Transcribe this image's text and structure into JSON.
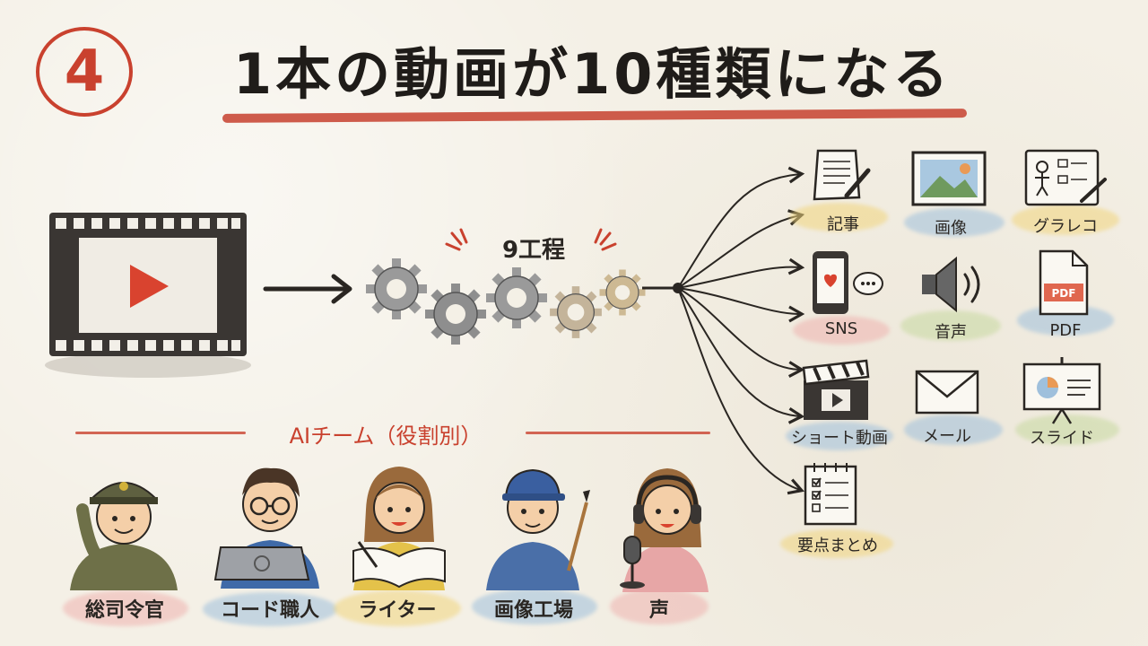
{
  "badge": {
    "number": "4"
  },
  "title": "1本の動画が10種類になる",
  "process": {
    "steps_label": "9工程"
  },
  "outputs": [
    {
      "label": "記事",
      "icon": "article-icon"
    },
    {
      "label": "画像",
      "icon": "image-icon"
    },
    {
      "label": "グラレコ",
      "icon": "graphic-recording-icon"
    },
    {
      "label": "SNS",
      "icon": "smartphone-sns-icon"
    },
    {
      "label": "音声",
      "icon": "speaker-icon"
    },
    {
      "label": "PDF",
      "icon": "pdf-icon"
    },
    {
      "label": "ショート動画",
      "icon": "clapperboard-icon"
    },
    {
      "label": "メール",
      "icon": "envelope-icon"
    },
    {
      "label": "スライド",
      "icon": "slide-icon"
    },
    {
      "label": "要点まとめ",
      "icon": "checklist-icon"
    }
  ],
  "team": {
    "title": "AIチーム（役割別）",
    "members": [
      {
        "label": "総司令官",
        "icon": "commander-icon"
      },
      {
        "label": "コード職人",
        "icon": "coder-icon"
      },
      {
        "label": "ライター",
        "icon": "writer-icon"
      },
      {
        "label": "画像工場",
        "icon": "image-factory-icon"
      },
      {
        "label": "声",
        "icon": "voice-icon"
      }
    ]
  },
  "icons": {
    "pdf_badge_text": "PDF"
  },
  "colors": {
    "accent_red": "#c9412e",
    "ink": "#2a2622",
    "wash_blue": "#9fc0dc",
    "wash_yellow": "#f1d57d",
    "wash_pink": "#efb3b0",
    "wash_green": "#c7d9a0"
  }
}
